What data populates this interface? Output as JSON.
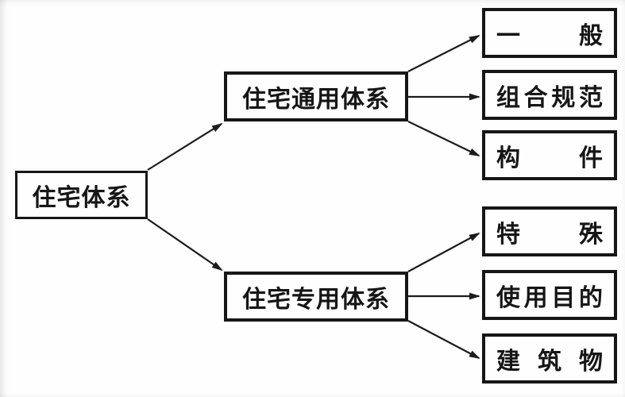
{
  "diagram": {
    "title": "Housing system classification flowchart",
    "root": {
      "label": "住宅体系"
    },
    "branches": [
      {
        "label": "住宅通用体系",
        "children": [
          {
            "label": "一般"
          },
          {
            "label": "组合规范"
          },
          {
            "label": "构件"
          }
        ]
      },
      {
        "label": "住宅专用体系",
        "children": [
          {
            "label": "特殊"
          },
          {
            "label": "使用目的"
          },
          {
            "label": "建筑物"
          }
        ]
      }
    ],
    "colors": {
      "background": "#fefefe",
      "box_border": "#161616",
      "text": "#161616",
      "line": "#1c1c1c"
    }
  }
}
